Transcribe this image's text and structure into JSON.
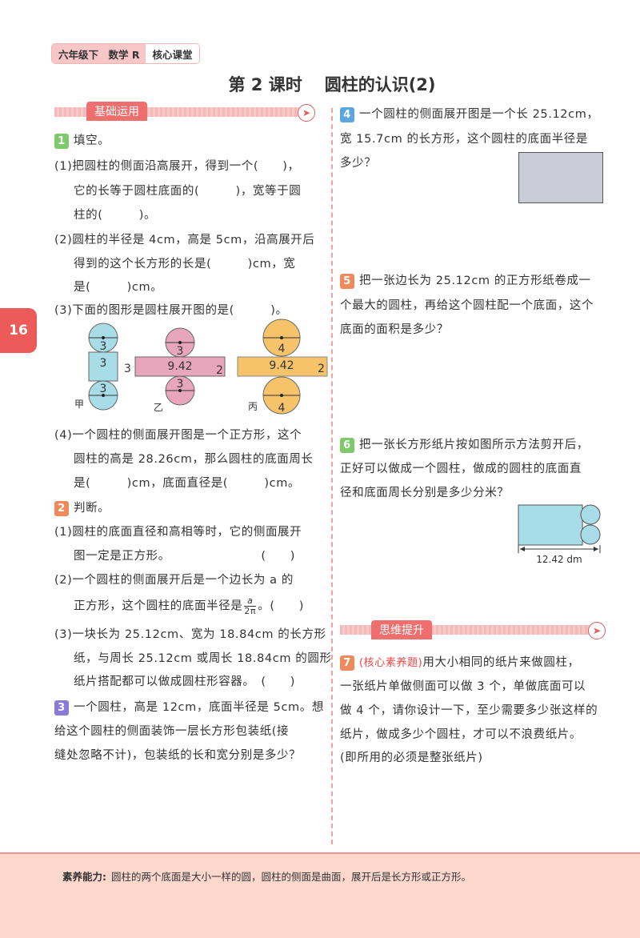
{
  "header": {
    "grade": "六年级下　数学 R",
    "series": "核心课堂"
  },
  "title": {
    "lesson": "第 2 课时",
    "topic": "圆柱的认识(2)"
  },
  "page_number": "16",
  "sections": {
    "basic": "基础运用",
    "advanced": "思维提升"
  },
  "left": {
    "q1": {
      "num": "1",
      "lines": [
        "填空。",
        "(1)把圆柱的侧面沿高展开，得到一个(　　)，",
        "它的长等于圆柱底面的(　　　)，宽等于圆",
        "柱的(　　　)。",
        "(2)圆柱的半径是 4cm，高是 5cm，沿高展开后",
        "得到的这个长方形的长是(　　　)cm，宽",
        "是(　　　)cm。",
        "(3)下面的图形是圆柱展开图的是(　　　)。",
        "(4)一个圆柱的侧面展开图是一个正方形，这个",
        "圆柱的高是 28.26cm，那么圆柱的底面周长",
        "是(　　　)cm，底面直径是(　　　)cm。"
      ]
    },
    "figure": {
      "jia": {
        "label": "甲",
        "circle_top": "3",
        "rect": "3",
        "side": "3",
        "circle_bottom": "3"
      },
      "yi": {
        "label": "乙",
        "circle_top": "3",
        "rect": "9.42",
        "side": "2",
        "circle_bottom": "3"
      },
      "bing": {
        "label": "丙",
        "circle_top": "4",
        "rect": "9.42",
        "side": "2",
        "circle_bottom": "4"
      }
    },
    "q2": {
      "num": "2",
      "lines": [
        "判断。",
        "(1)圆柱的底面直径和高相等时，它的侧面展开",
        "图一定是正方形。　　　　　　　　(　　)",
        "(2)一个圆柱的侧面展开后是一个边长为 a 的",
        "正方形，这个圆柱的底面半径是",
        "。(　　)",
        "(3)一块长为 25.12cm、宽为 18.84cm 的长方形",
        "纸，与周长 25.12cm 或周长 18.84cm 的圆形",
        "纸片搭配都可以做成圆柱形容器。　(　　)"
      ],
      "frac_num": "a",
      "frac_den": "2π"
    },
    "q3": {
      "num": "3",
      "lines": [
        "一个圆柱，高是 12cm，底面半径是 5cm。想",
        "给这个圆柱的侧面装饰一层长方形包装纸(接",
        "缝处忽略不计)，包装纸的长和宽分别是多少？"
      ]
    }
  },
  "right": {
    "q4": {
      "num": "4",
      "lines": [
        "一个圆柱的侧面展开图是一个长 25.12cm，",
        "宽 15.7cm 的长方形，这个圆柱的底面半径是",
        "多少？"
      ]
    },
    "q5": {
      "num": "5",
      "lines": [
        "把一张边长为 25.12cm 的正方形纸卷成一",
        "个最大的圆柱，再给这个圆柱配一个底面，这个",
        "底面的面积是多少？"
      ]
    },
    "q6": {
      "num": "6",
      "lines": [
        "把一张长方形纸片按如图所示方法剪开后，",
        "正好可以做成一个圆柱，做成的圆柱的底面直",
        "径和底面周长分别是多少分米？"
      ],
      "figure_label": "12.42 dm"
    },
    "q7": {
      "num": "7",
      "tag": "(核心素养题)",
      "lines": [
        "用大小相同的纸片来做圆柱，",
        "一张纸片单做侧面可以做 3 个，单做底面可以",
        "做 4 个，请你设计一下，至少需要多少张这样的",
        "纸片，做成多少个圆柱，才可以不浪费纸片。",
        "(即所用的必须是整张纸片)"
      ]
    }
  },
  "footer": {
    "label": "素养能力:",
    "text": "圆柱的两个底面是大小一样的圆，圆柱的侧面是曲面，展开后是长方形或正方形。"
  },
  "colors": {
    "accent": "#ef6f6f",
    "blue": "#a8dde8",
    "pink": "#e8a6bd",
    "orange": "#f6c36b"
  }
}
